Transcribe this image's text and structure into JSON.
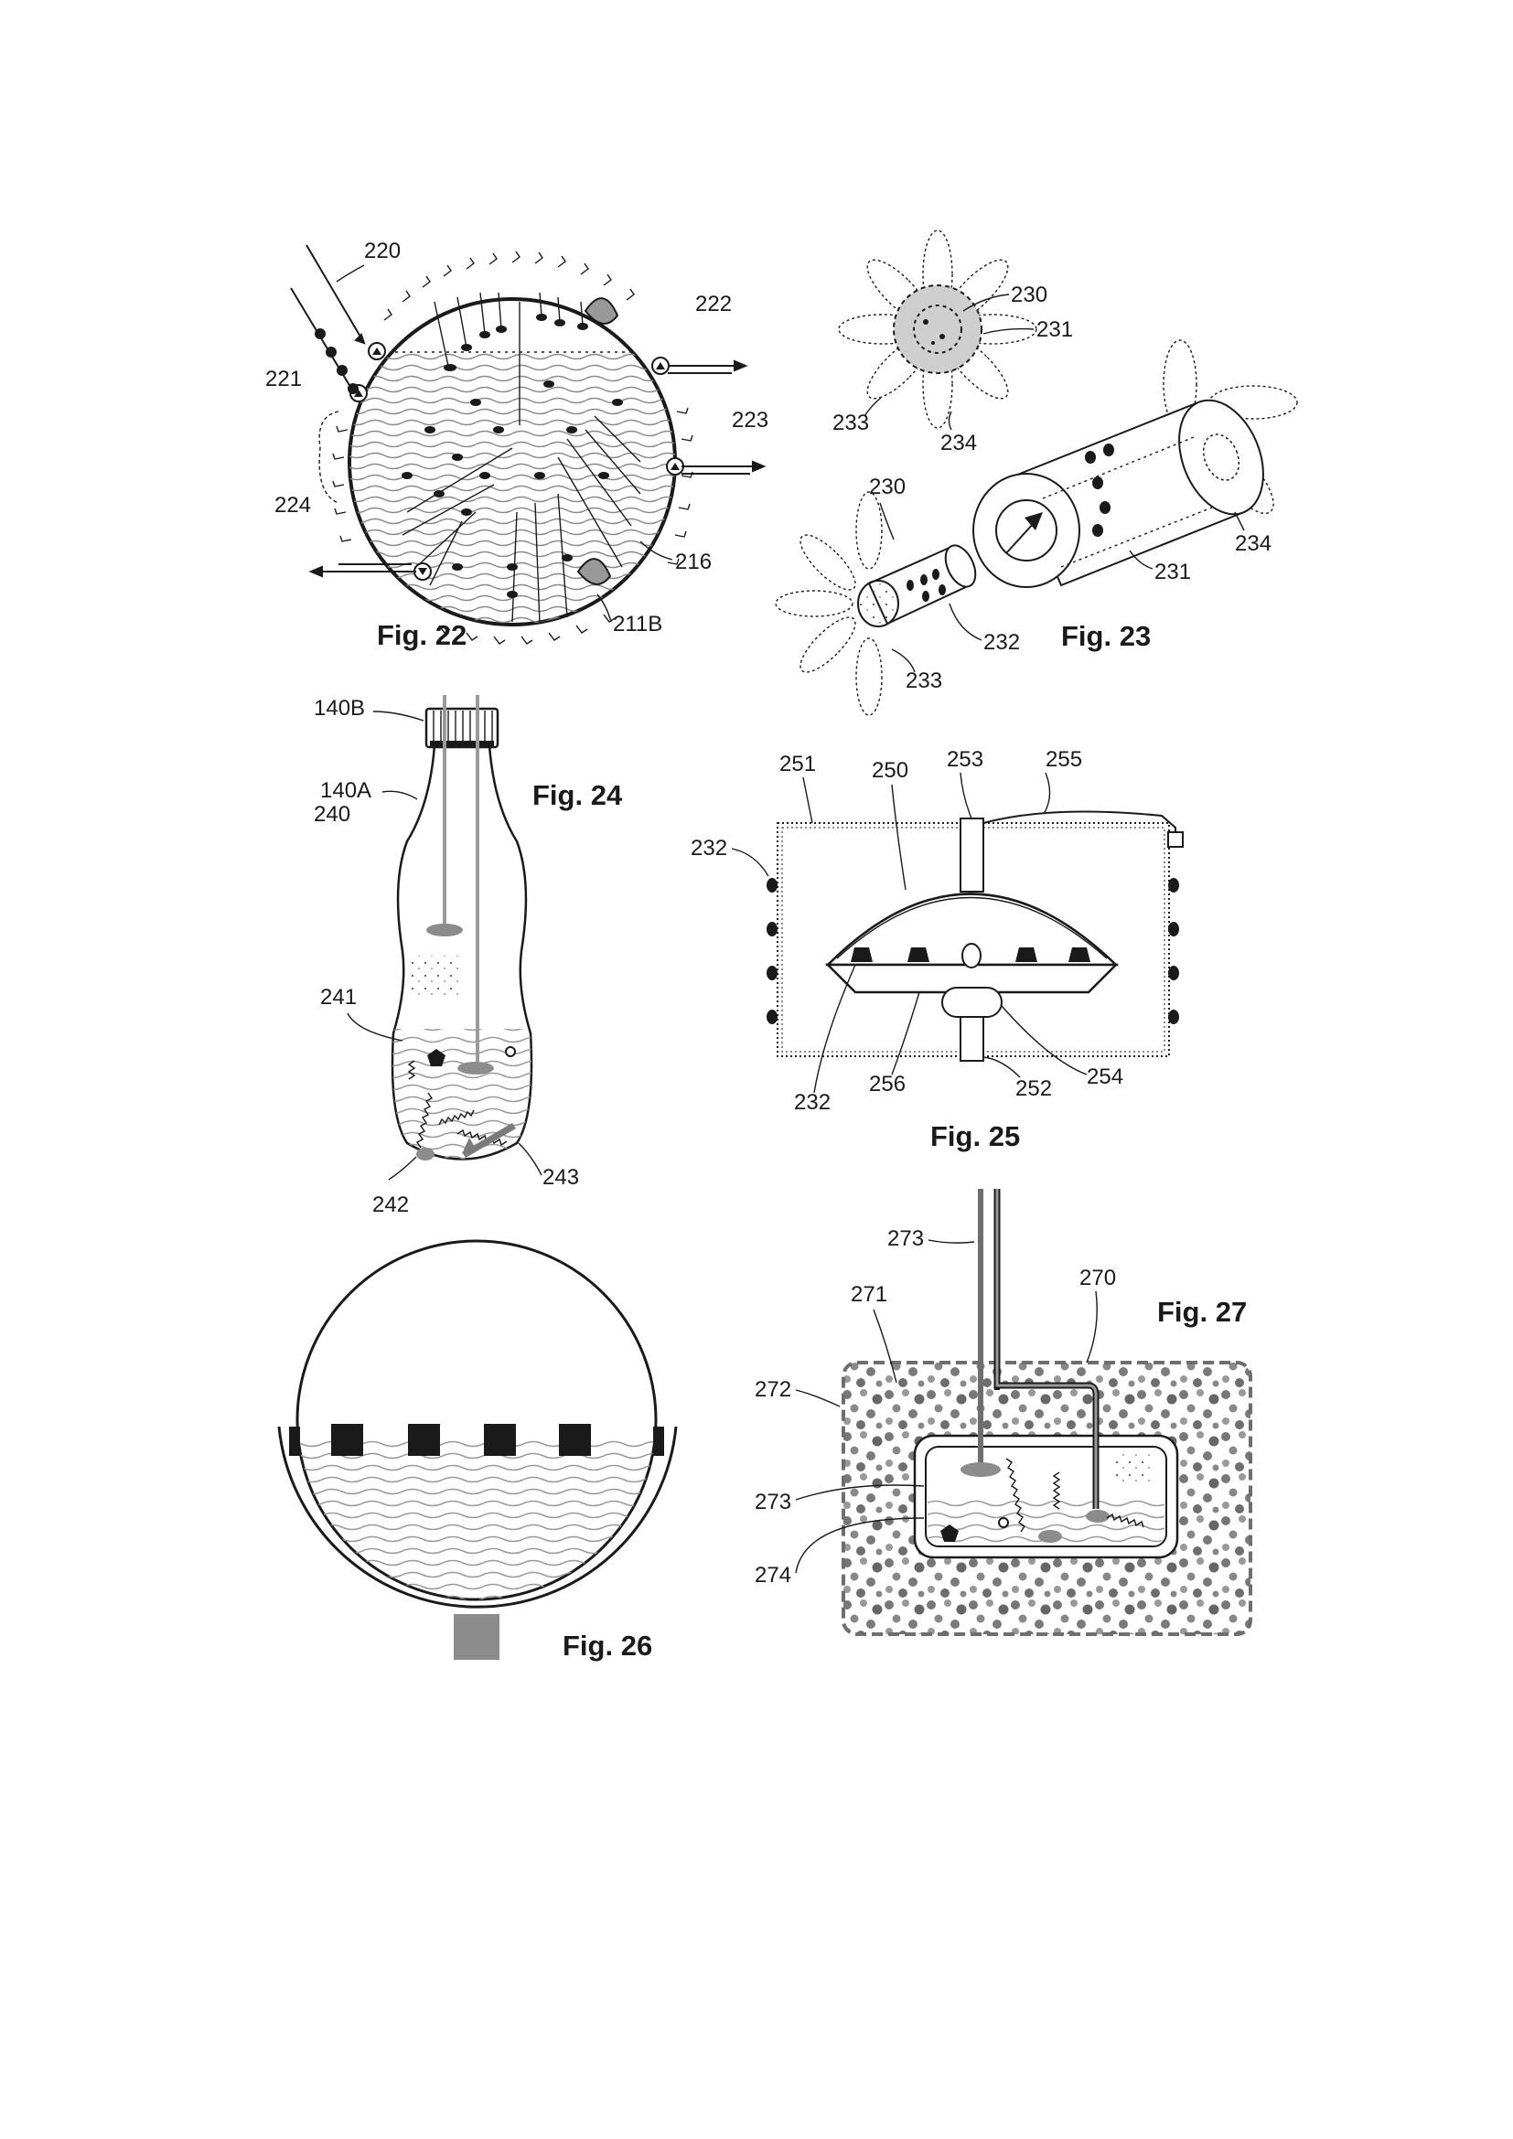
{
  "figures": {
    "fig22": {
      "title": "Fig. 22",
      "labels": [
        "220",
        "221",
        "222",
        "223",
        "224",
        "216",
        "211B"
      ]
    },
    "fig23": {
      "title": "Fig. 23",
      "labels": [
        "230",
        "231",
        "233",
        "234",
        "230",
        "231",
        "234",
        "232",
        "233"
      ]
    },
    "fig24": {
      "title": "Fig. 24",
      "labels": [
        "140B",
        "140A",
        "240",
        "241",
        "242",
        "243"
      ]
    },
    "fig25": {
      "title": "Fig. 25",
      "labels": [
        "251",
        "250",
        "253",
        "255",
        "232",
        "232",
        "256",
        "252",
        "254"
      ]
    },
    "fig26": {
      "title": "Fig. 26",
      "labels": []
    },
    "fig27": {
      "title": "Fig. 27",
      "labels": [
        "273",
        "270",
        "271",
        "272",
        "273",
        "274"
      ]
    }
  },
  "colors": {
    "ink": "#1a1a1a",
    "liquid": "#9a9a9a",
    "grey_fill": "#8c8c8c",
    "light_grey": "#d8d8d8"
  }
}
